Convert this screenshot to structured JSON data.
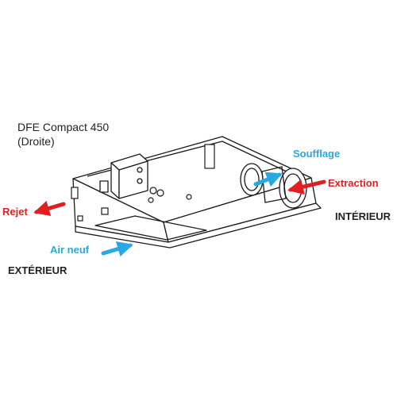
{
  "diagram": {
    "title": "DFE Compact 450",
    "subtitle": "(Droite)",
    "flows": {
      "soufflage": {
        "label": "Soufflage",
        "color": "#2AA8E0"
      },
      "extraction": {
        "label": "Extraction",
        "color": "#E02020"
      },
      "rejet": {
        "label": "Rejet",
        "color": "#E02020"
      },
      "air_neuf": {
        "label": "Air neuf",
        "color": "#2AA8E0"
      }
    },
    "zones": {
      "interieur": "INTÉRIEUR",
      "exterieur": "EXTÉRIEUR"
    },
    "unit_outline_color": "#1a1a1a"
  }
}
